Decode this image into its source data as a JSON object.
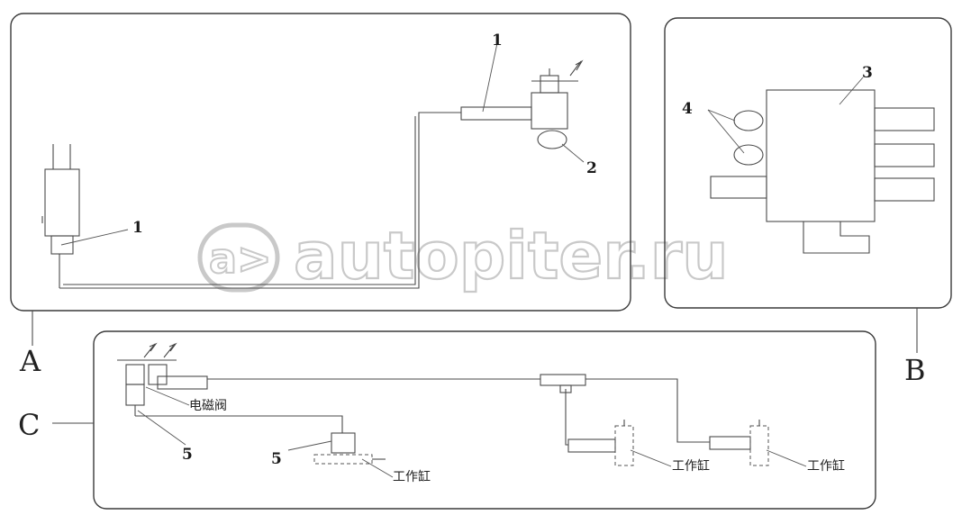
{
  "panels": {
    "a": {
      "letter": "A"
    },
    "b": {
      "letter": "B"
    },
    "c": {
      "letter": "C"
    }
  },
  "callouts": {
    "a_top_1": "1",
    "a_left_1": "1",
    "a_2": "2",
    "b_3": "3",
    "b_4": "4",
    "c_5_left": "5",
    "c_5_mid": "5"
  },
  "labels": {
    "solenoid_valve": "电磁阀",
    "working_cylinder_1": "工作缸",
    "working_cylinder_2": "工作缸",
    "working_cylinder_3": "工作缸"
  },
  "watermark": {
    "logo_glyph": "a>",
    "text": "autopiter.ru"
  }
}
